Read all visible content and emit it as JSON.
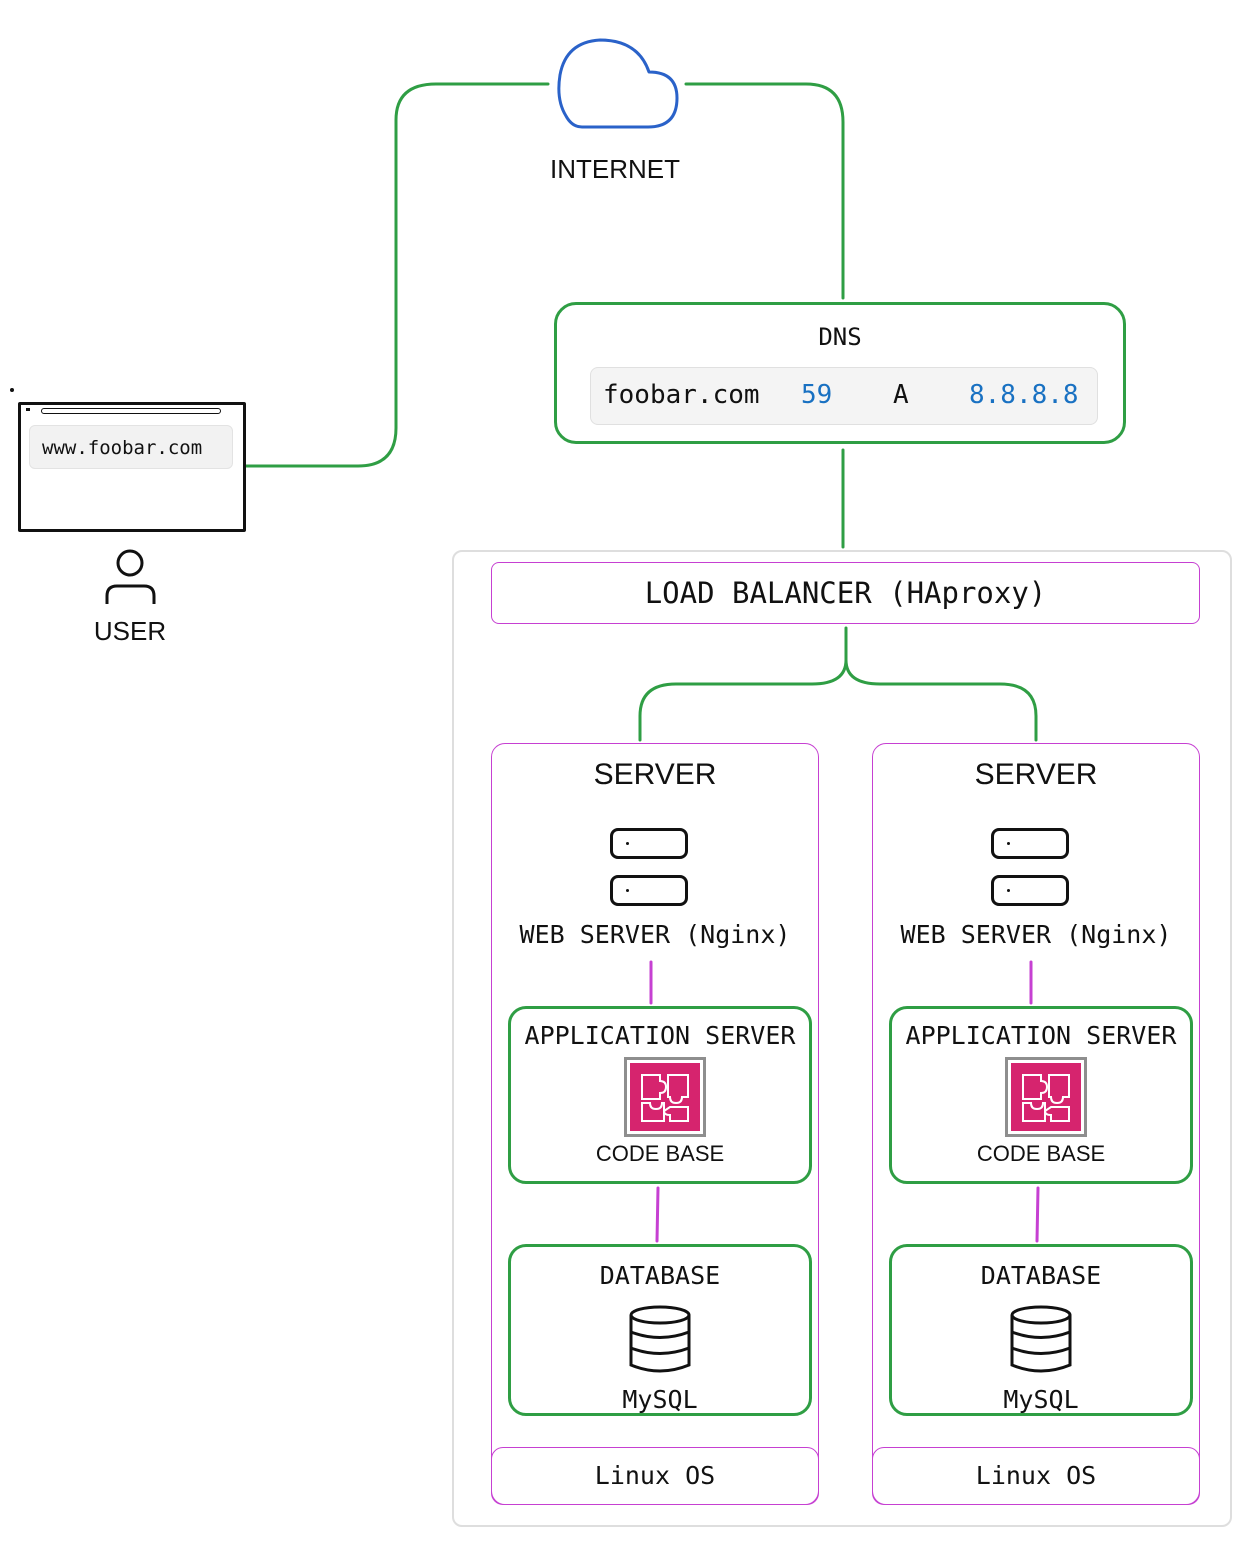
{
  "user": {
    "label": "USER",
    "browser_url": "www.foobar.com"
  },
  "internet": {
    "label": "INTERNET"
  },
  "dns": {
    "title": "DNS",
    "record": {
      "domain": "foobar.com",
      "ttl": "59",
      "type": "A",
      "ip": "8.8.8.8"
    }
  },
  "load_balancer": {
    "label": "LOAD BALANCER (HAproxy)"
  },
  "servers": [
    {
      "title": "SERVER",
      "web_server": "WEB SERVER (Nginx)",
      "app_server": "APPLICATION SERVER",
      "code_base": "CODE BASE",
      "database": "DATABASE",
      "db_engine": "MySQL",
      "os": "Linux OS"
    },
    {
      "title": "SERVER",
      "web_server": "WEB SERVER (Nginx)",
      "app_server": "APPLICATION SERVER",
      "code_base": "CODE BASE",
      "database": "DATABASE",
      "db_engine": "MySQL",
      "os": "Linux OS"
    }
  ],
  "colors": {
    "connector_green": "#2f9e44",
    "container_magenta": "#c640d2",
    "cloud_blue": "#2a62c9",
    "dns_value_blue": "#1971c2",
    "code_icon_pink": "#d6246e"
  }
}
